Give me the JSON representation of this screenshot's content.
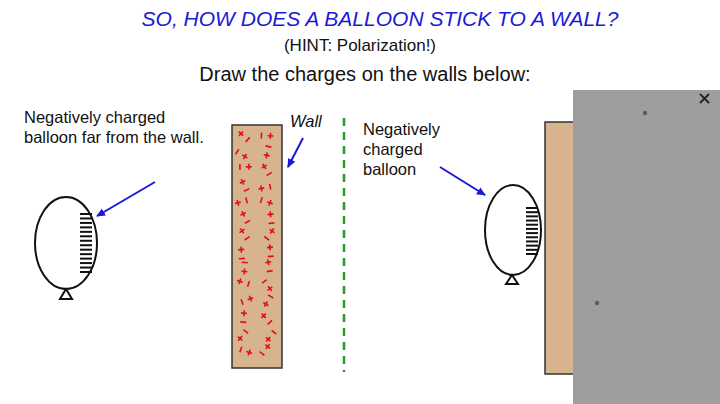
{
  "diagram": {
    "title": "SO, HOW DOES A BALLOON STICK TO A WALL?",
    "labels": [
      "(HINT: Polarization!)",
      "Draw the charges on the walls below:",
      "Negatively charged balloon far from the wall.",
      "Wall",
      "Negatively charged balloon"
    ]
  }
}
